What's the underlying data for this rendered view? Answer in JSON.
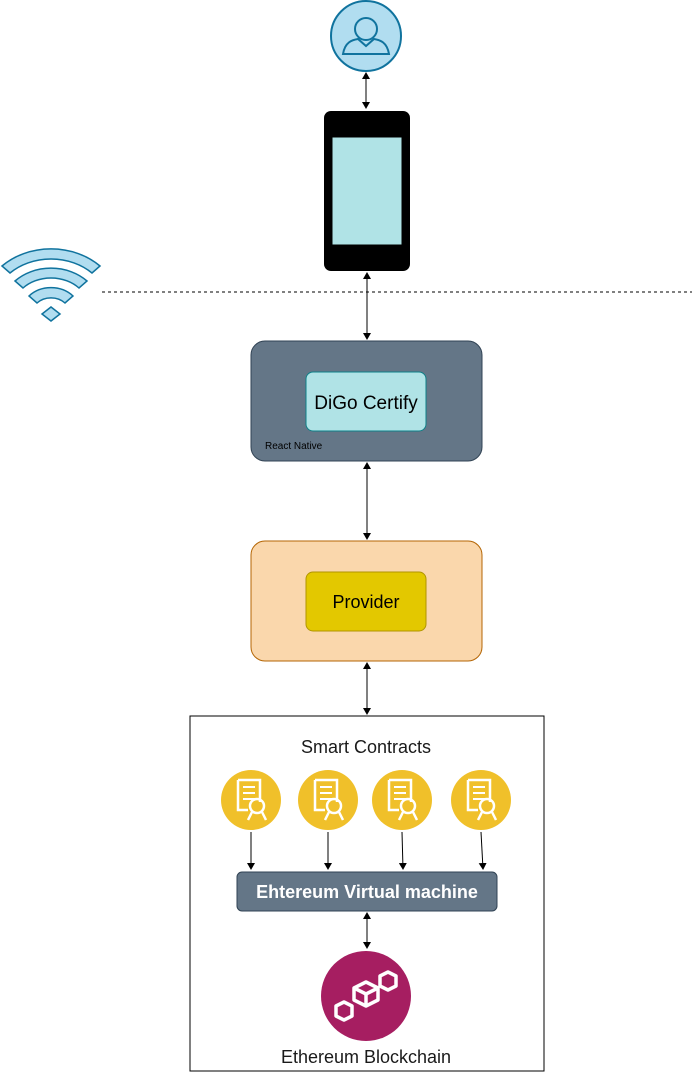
{
  "app": {
    "react_native_box": {
      "title": "DiGo Certify",
      "caption": "React Native"
    },
    "provider_box": {
      "title": "Provider"
    },
    "smart_contracts": {
      "title": "Smart Contracts",
      "evm_label": "Ehtereum Virtual machine",
      "blockchain_label": "Ethereum Blockchain"
    }
  },
  "colors": {
    "user_fill": "#b1ddf0",
    "user_stroke": "#10739e",
    "phone_body": "#000000",
    "phone_screen": "#b0e3e6",
    "rn_box_fill": "#647687",
    "rn_inner_fill": "#b0e3e6",
    "provider_fill": "#fad7ac",
    "provider_stroke": "#b46504",
    "provider_inner_fill": "#e3c800",
    "cert_fill": "#f0c02a",
    "evm_fill": "#647687",
    "blockchain_fill": "#a61e61",
    "wifi_fill": "#b1ddf0",
    "wifi_stroke": "#10739e"
  },
  "icons": {
    "user": "user-icon",
    "phone": "mobile-phone-icon",
    "wifi": "wifi-icon",
    "certificate": "certificate-icon",
    "blockchain": "blockchain-icon"
  }
}
